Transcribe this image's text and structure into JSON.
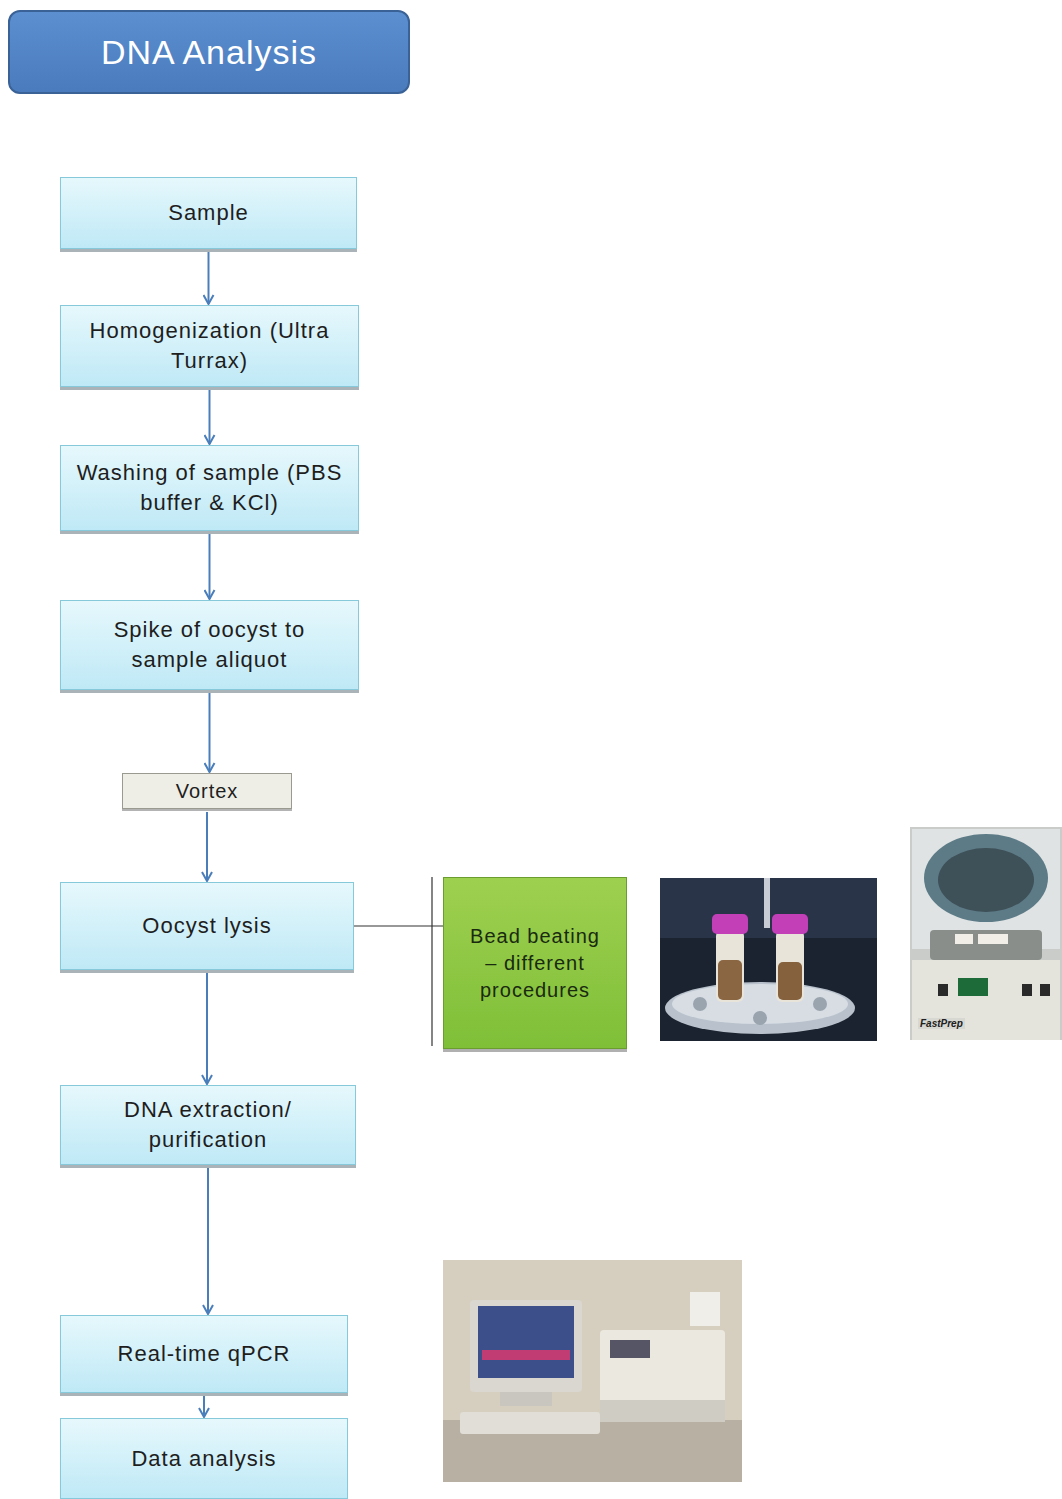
{
  "diagram": {
    "title": "DNA Analysis",
    "nodes": [
      {
        "text": [
          "Sample"
        ]
      },
      {
        "text": [
          "Homogenization (Ultra Turrax)"
        ]
      },
      {
        "text": [
          "Washing of sample (PBS buffer & KCl)"
        ]
      },
      {
        "text": [
          "Spike of oocyst to sample aliquot"
        ]
      },
      {
        "text": [
          "Vortex"
        ]
      },
      {
        "text": [
          "Oocyst lysis"
        ]
      },
      {
        "text": [
          "Bead beating – different procedures"
        ]
      },
      {
        "text": [
          "DNA extraction/ purification"
        ]
      },
      {
        "text": [
          "Real-time qPCR"
        ]
      },
      {
        "text": [
          "Data analysis"
        ]
      }
    ],
    "edges": [
      {
        "from": 0,
        "to": 1,
        "arrow": "to"
      },
      {
        "from": 1,
        "to": 2,
        "arrow": "to"
      },
      {
        "from": 2,
        "to": 3,
        "arrow": "to"
      },
      {
        "from": 3,
        "to": 4,
        "arrow": "to"
      },
      {
        "from": 4,
        "to": 5,
        "arrow": "to"
      },
      {
        "from": 5,
        "to": 6,
        "arrow": "none"
      },
      {
        "from": 5,
        "to": 7,
        "arrow": "to"
      },
      {
        "from": 7,
        "to": 8,
        "arrow": "to"
      },
      {
        "from": 8,
        "to": 9,
        "arrow": "to"
      }
    ],
    "labels": [
      "FastPrep"
    ]
  }
}
